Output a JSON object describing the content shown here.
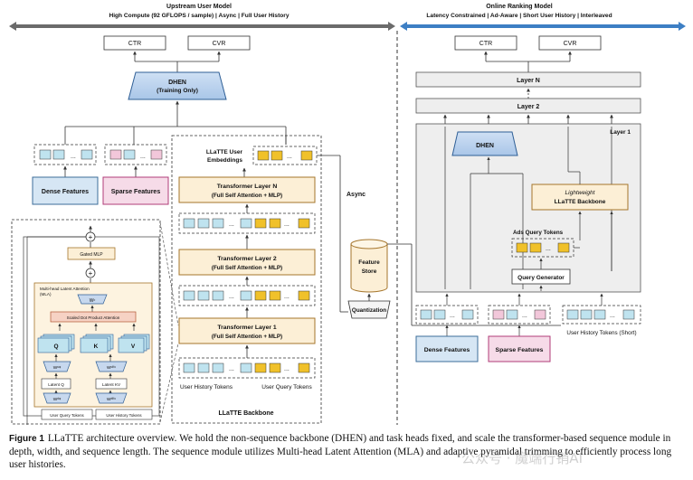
{
  "header": {
    "left_title": "Upstream User Model",
    "left_subtitle": "High Compute (92 GFLOPS / sample) | Async | Full User History",
    "right_title": "Online Ranking Model",
    "right_subtitle": "Latency Constrained | Ad-Aware | Short User History | Interleaved"
  },
  "left": {
    "ctr": "CTR",
    "cvr": "CVR",
    "dhen_line1": "DHEN",
    "dhen_line2": "(Training Only)",
    "dense_features": "Dense Features",
    "sparse_features": "Sparse Features",
    "mla": {
      "mlp": "Gated MLP",
      "title_line1": "Multi-head Latent Attention",
      "title_line2": "(MLA)",
      "wo": "Wᵒ",
      "sdpa": "Scaled Dot Product Attention",
      "q": "Q",
      "k": "K",
      "v": "V",
      "wuq": "Wᵘᵠ",
      "wukv": "Wᵘᴷᵛ",
      "latent_q": "Latent Q",
      "latent_kv": "Latent KV",
      "wdq": "Wᵈᵠ",
      "wdkv": "Wᵈᴷᵛ",
      "user_query_tokens": "User Query Tokens",
      "user_history_tokens": "User History Tokens"
    },
    "backbone": {
      "embeddings_line1": "LLaTTE User",
      "embeddings_line2": "Embeddings",
      "layer_n_line1": "Transformer Layer N",
      "layer_n_line2": "(Full Self Attention + MLP)",
      "layer_2_line1": "Transformer Layer 2",
      "layer_2_line2": "(Full Self Attention + MLP)",
      "layer_1_line1": "Transformer Layer 1",
      "layer_1_line2": "(Full Self Attention + MLP)",
      "user_history_tokens": "User History Tokens",
      "user_query_tokens": "User Query Tokens",
      "title": "LLaTTE Backbone",
      "ellipsis": "..."
    },
    "async": "Async",
    "feature_store_line1": "Feature",
    "feature_store_line2": "Store",
    "quantization": "Quantization"
  },
  "right": {
    "ctr": "CTR",
    "cvr": "CVR",
    "layer_n": "Layer N",
    "layer_2": "Layer 2",
    "layer_1": "Layer 1",
    "dhen": "DHEN",
    "lightweight": "Lightweight",
    "llatte_backbone": "LLaTTE Backbone",
    "ads_query_tokens": "Ads Query Tokens",
    "query_generator": "Query Generator",
    "dense_features": "Dense Features",
    "sparse_features": "Sparse Features",
    "user_history_short": "User History Tokens (Short)"
  },
  "caption": {
    "label": "Figure 1",
    "text": "LLaTTE architecture overview. We hold the non-sequence backbone (DHEN) and task heads fixed, and scale the transformer-based sequence module in depth, width, and sequence length. The sequence module utilizes Multi-head Latent Attention (MLA) and adaptive pyramidal trimming to efficiently process long user histories."
  },
  "watermark": "公众号 · 魔端行销AI",
  "colors": {
    "feature_fill": "#d6e6f4",
    "feature_stroke": "#3c6d9a",
    "sparse_fill": "#f6dbe8",
    "sparse_stroke": "#b03d78",
    "layer_fill": "#fcefd6",
    "layer_stroke": "#a5752b",
    "token_blue": "#bfe3ef",
    "token_yellow": "#f0c12a",
    "token_pink": "#f2c7da",
    "arrow_left": "#555555",
    "arrow_right": "#3d7fc4",
    "panel_gray": "#eeeeee"
  }
}
